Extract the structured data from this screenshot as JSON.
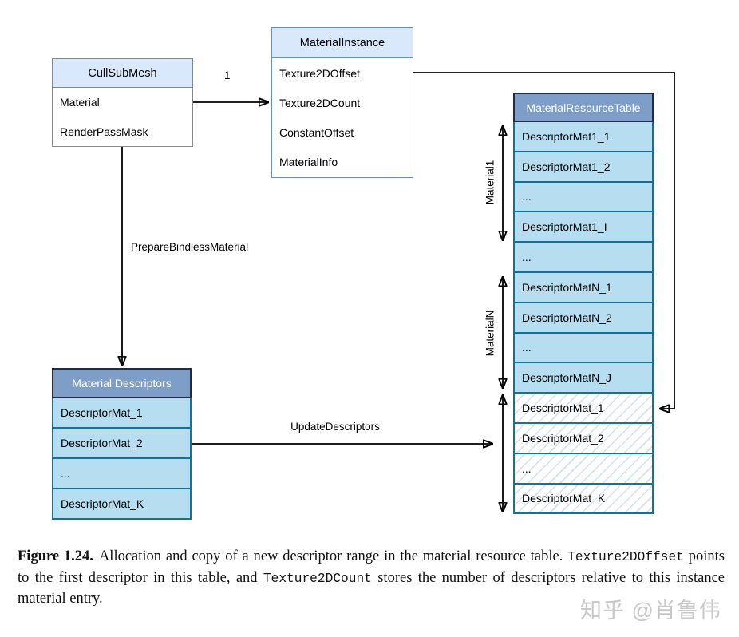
{
  "diagram": {
    "cullsubmesh": {
      "title": "CullSubMesh",
      "fields": [
        "Material",
        "RenderPassMask"
      ]
    },
    "material_instance": {
      "title": "MaterialInstance",
      "fields": [
        "Texture2DOffset",
        "Texture2DCount",
        "ConstantOffset",
        "MaterialInfo"
      ]
    },
    "material_resource_table": {
      "title": "MaterialResourceTable",
      "rows": [
        "DescriptorMat1_1",
        "DescriptorMat1_2",
        "...",
        "DescriptorMat1_I",
        "...",
        "DescriptorMatN_1",
        "DescriptorMatN_2",
        "...",
        "DescriptorMatN_J",
        "DescriptorMat_1",
        "DescriptorMat_2",
        "...",
        "DescriptorMat_K"
      ]
    },
    "material_descriptors": {
      "title": "Material Descriptors",
      "rows": [
        "DescriptorMat_1",
        "DescriptorMat_2",
        "...",
        "DescriptorMat_K"
      ]
    },
    "edge_labels": {
      "multiplicity": "1",
      "prepare": "PrepareBindlessMaterial",
      "update": "UpdateDescriptors"
    },
    "brackets": {
      "material1": "Material1",
      "materialn": "MaterialN"
    }
  },
  "caption": {
    "label": "Figure 1.24.",
    "part1": "Allocation and copy of a new descriptor range in the material resource table. ",
    "code1": "Texture2DOffset",
    "part2": " points to the first descriptor in this table, and ",
    "code2": "Texture2DCount",
    "part3": " stores the number of descriptors relative to this instance material entry."
  },
  "watermark": "知乎 @肖鲁伟",
  "colors": {
    "class_header_fill": "#dae8fc",
    "class_border": "#6c8ebf",
    "table_header_fill": "#7e9dc7",
    "table_header_border": "#1f2a44",
    "table_row_fill": "#b6def0",
    "table_border": "#10739e",
    "hatch_stripe": "#cfe2f0",
    "arrow": "#000000",
    "watermark_gray": "#c8c8c8"
  }
}
